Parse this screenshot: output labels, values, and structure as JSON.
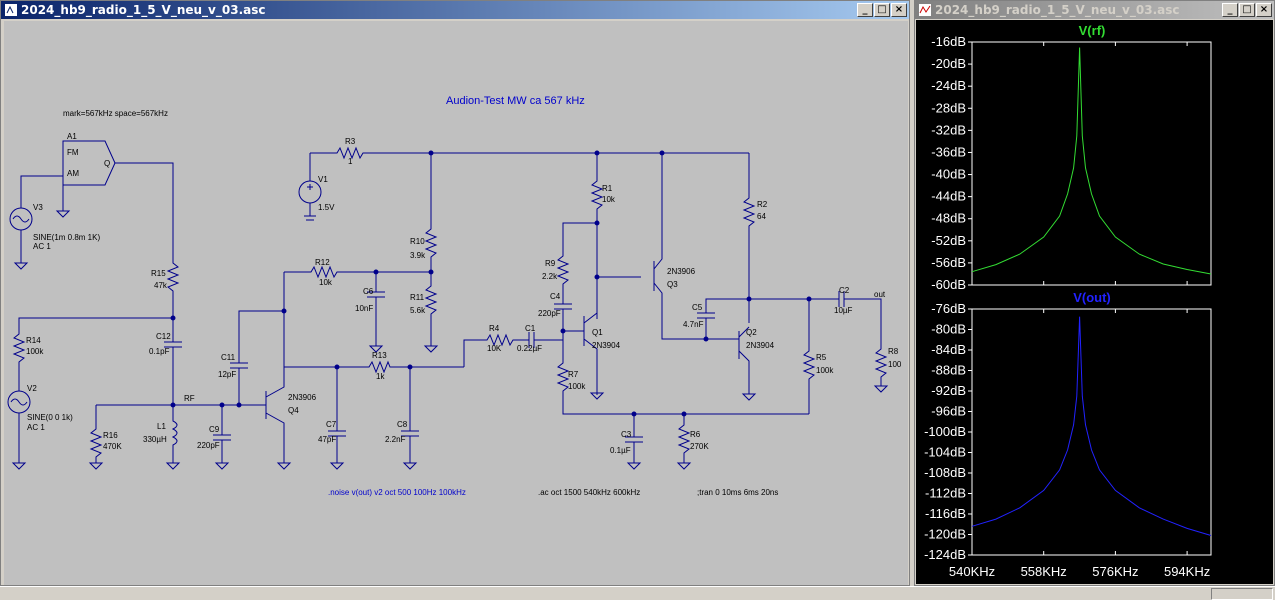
{
  "schematic_window": {
    "title": "2024_hb9_radio_1_5_V_neu_v_03.asc",
    "heading": "Audion-Test MW ca 567 kHz",
    "mark_text": "mark=567kHz space=567kHz",
    "directives": {
      "noise": ".noise v(out) v2 oct 500 100Hz 100kHz",
      "ac": ".ac oct 1500 540kHz 600kHz",
      "tran": ";tran 0 10ms 6ms 20ns"
    },
    "net_labels": {
      "rf": "RF",
      "out": "out"
    },
    "a1": {
      "name": "A1",
      "fm": "FM",
      "am": "AM",
      "q": "Q"
    },
    "sources": {
      "v1": {
        "name": "V1",
        "value": "1.5V"
      },
      "v2": {
        "name": "V2",
        "value1": "SINE(0 0 1k)",
        "value2": "AC 1"
      },
      "v3": {
        "name": "V3",
        "value1": "SINE(1m 0.8m 1K)",
        "value2": "AC 1"
      }
    },
    "resistors": {
      "r1": {
        "name": "R1",
        "value": "10k"
      },
      "r2": {
        "name": "R2",
        "value": "64"
      },
      "r3": {
        "name": "R3",
        "value": "1"
      },
      "r4": {
        "name": "R4",
        "value": "10K"
      },
      "r5": {
        "name": "R5",
        "value": "100k"
      },
      "r6": {
        "name": "R6",
        "value": "270K"
      },
      "r7": {
        "name": "R7",
        "value": "100k"
      },
      "r8": {
        "name": "R8",
        "value": "100"
      },
      "r9": {
        "name": "R9",
        "value": "2.2k"
      },
      "r10": {
        "name": "R10",
        "value": "3.9k"
      },
      "r11": {
        "name": "R11",
        "value": "5.6k"
      },
      "r12": {
        "name": "R12",
        "value": "10k"
      },
      "r13": {
        "name": "R13",
        "value": "1k"
      },
      "r14": {
        "name": "R14",
        "value": "100k"
      },
      "r15": {
        "name": "R15",
        "value": "47k"
      },
      "r16": {
        "name": "R16",
        "value": "470K"
      }
    },
    "capacitors": {
      "c1": {
        "name": "C1",
        "value": "0.22µF"
      },
      "c2": {
        "name": "C2",
        "value": "10µF"
      },
      "c3": {
        "name": "C3",
        "value": "0.1µF"
      },
      "c4": {
        "name": "C4",
        "value": "220pF"
      },
      "c5": {
        "name": "C5",
        "value": "4.7nF"
      },
      "c6": {
        "name": "C6",
        "value": "10nF"
      },
      "c7": {
        "name": "C7",
        "value": "47pF"
      },
      "c8": {
        "name": "C8",
        "value": "2.2nF"
      },
      "c9": {
        "name": "C9",
        "value": "220pF"
      },
      "c11": {
        "name": "C11",
        "value": "12pF"
      },
      "c12": {
        "name": "C12",
        "value": "0.1pF"
      }
    },
    "inductors": {
      "l1": {
        "name": "L1",
        "value": "330µH"
      }
    },
    "transistors": {
      "q1": {
        "name": "Q1",
        "model": "2N3904"
      },
      "q2": {
        "name": "Q2",
        "model": "2N3904"
      },
      "q3": {
        "name": "Q3",
        "model": "2N3906"
      },
      "q4": {
        "name": "Q4",
        "model": "2N3906"
      }
    }
  },
  "plot_window": {
    "title": "2024_hb9_radio_1_5_V_neu_v_03.asc",
    "colors": {
      "trace_top": "#33dd33",
      "trace_bottom": "#2222ff",
      "axis": "#ffffff"
    }
  },
  "chart_data": [
    {
      "type": "line",
      "title": "V(rf)",
      "xlim": [
        540,
        600
      ],
      "ylim": [
        -60,
        -16
      ],
      "yticks": [
        -16,
        -20,
        -24,
        -28,
        -32,
        -36,
        -40,
        -44,
        -48,
        -52,
        -56,
        -60
      ],
      "ytick_labels": [
        "-16dB",
        "-20dB",
        "-24dB",
        "-28dB",
        "-32dB",
        "-36dB",
        "-40dB",
        "-44dB",
        "-48dB",
        "-52dB",
        "-56dB",
        "-60dB"
      ],
      "x": [
        540,
        546,
        552,
        558,
        562,
        564,
        565.5,
        566.3,
        567,
        567.7,
        568.5,
        570,
        572,
        576,
        582,
        588,
        594,
        600
      ],
      "y": [
        -57.6,
        -56.3,
        -54.4,
        -51.3,
        -47.5,
        -43.5,
        -38.8,
        -33,
        -17,
        -33,
        -38.8,
        -43.5,
        -47.5,
        -51.3,
        -54.4,
        -56.2,
        -57.2,
        -58.0
      ]
    },
    {
      "type": "line",
      "title": "V(out)",
      "xlim": [
        540,
        600
      ],
      "ylim": [
        -124,
        -76
      ],
      "yticks": [
        -76,
        -80,
        -84,
        -88,
        -92,
        -96,
        -100,
        -104,
        -108,
        -112,
        -116,
        -120,
        -124
      ],
      "ytick_labels": [
        "-76dB",
        "-80dB",
        "-84dB",
        "-88dB",
        "-92dB",
        "-96dB",
        "-100dB",
        "-104dB",
        "-108dB",
        "-112dB",
        "-116dB",
        "-120dB",
        "-124dB"
      ],
      "xticks": [
        540,
        558,
        576,
        594
      ],
      "xtick_labels": [
        "540KHz",
        "558KHz",
        "576KHz",
        "594KHz"
      ],
      "x": [
        540,
        546,
        552,
        558,
        562,
        564,
        565.5,
        566.3,
        567,
        567.7,
        568.5,
        570,
        572,
        576,
        582,
        588,
        594,
        600
      ],
      "y": [
        -118.4,
        -117,
        -114.8,
        -111.4,
        -107.4,
        -103.5,
        -98.6,
        -93,
        -77.5,
        -93,
        -98.6,
        -103.5,
        -107.4,
        -111.4,
        -114.8,
        -117,
        -118.8,
        -120.2
      ]
    }
  ]
}
